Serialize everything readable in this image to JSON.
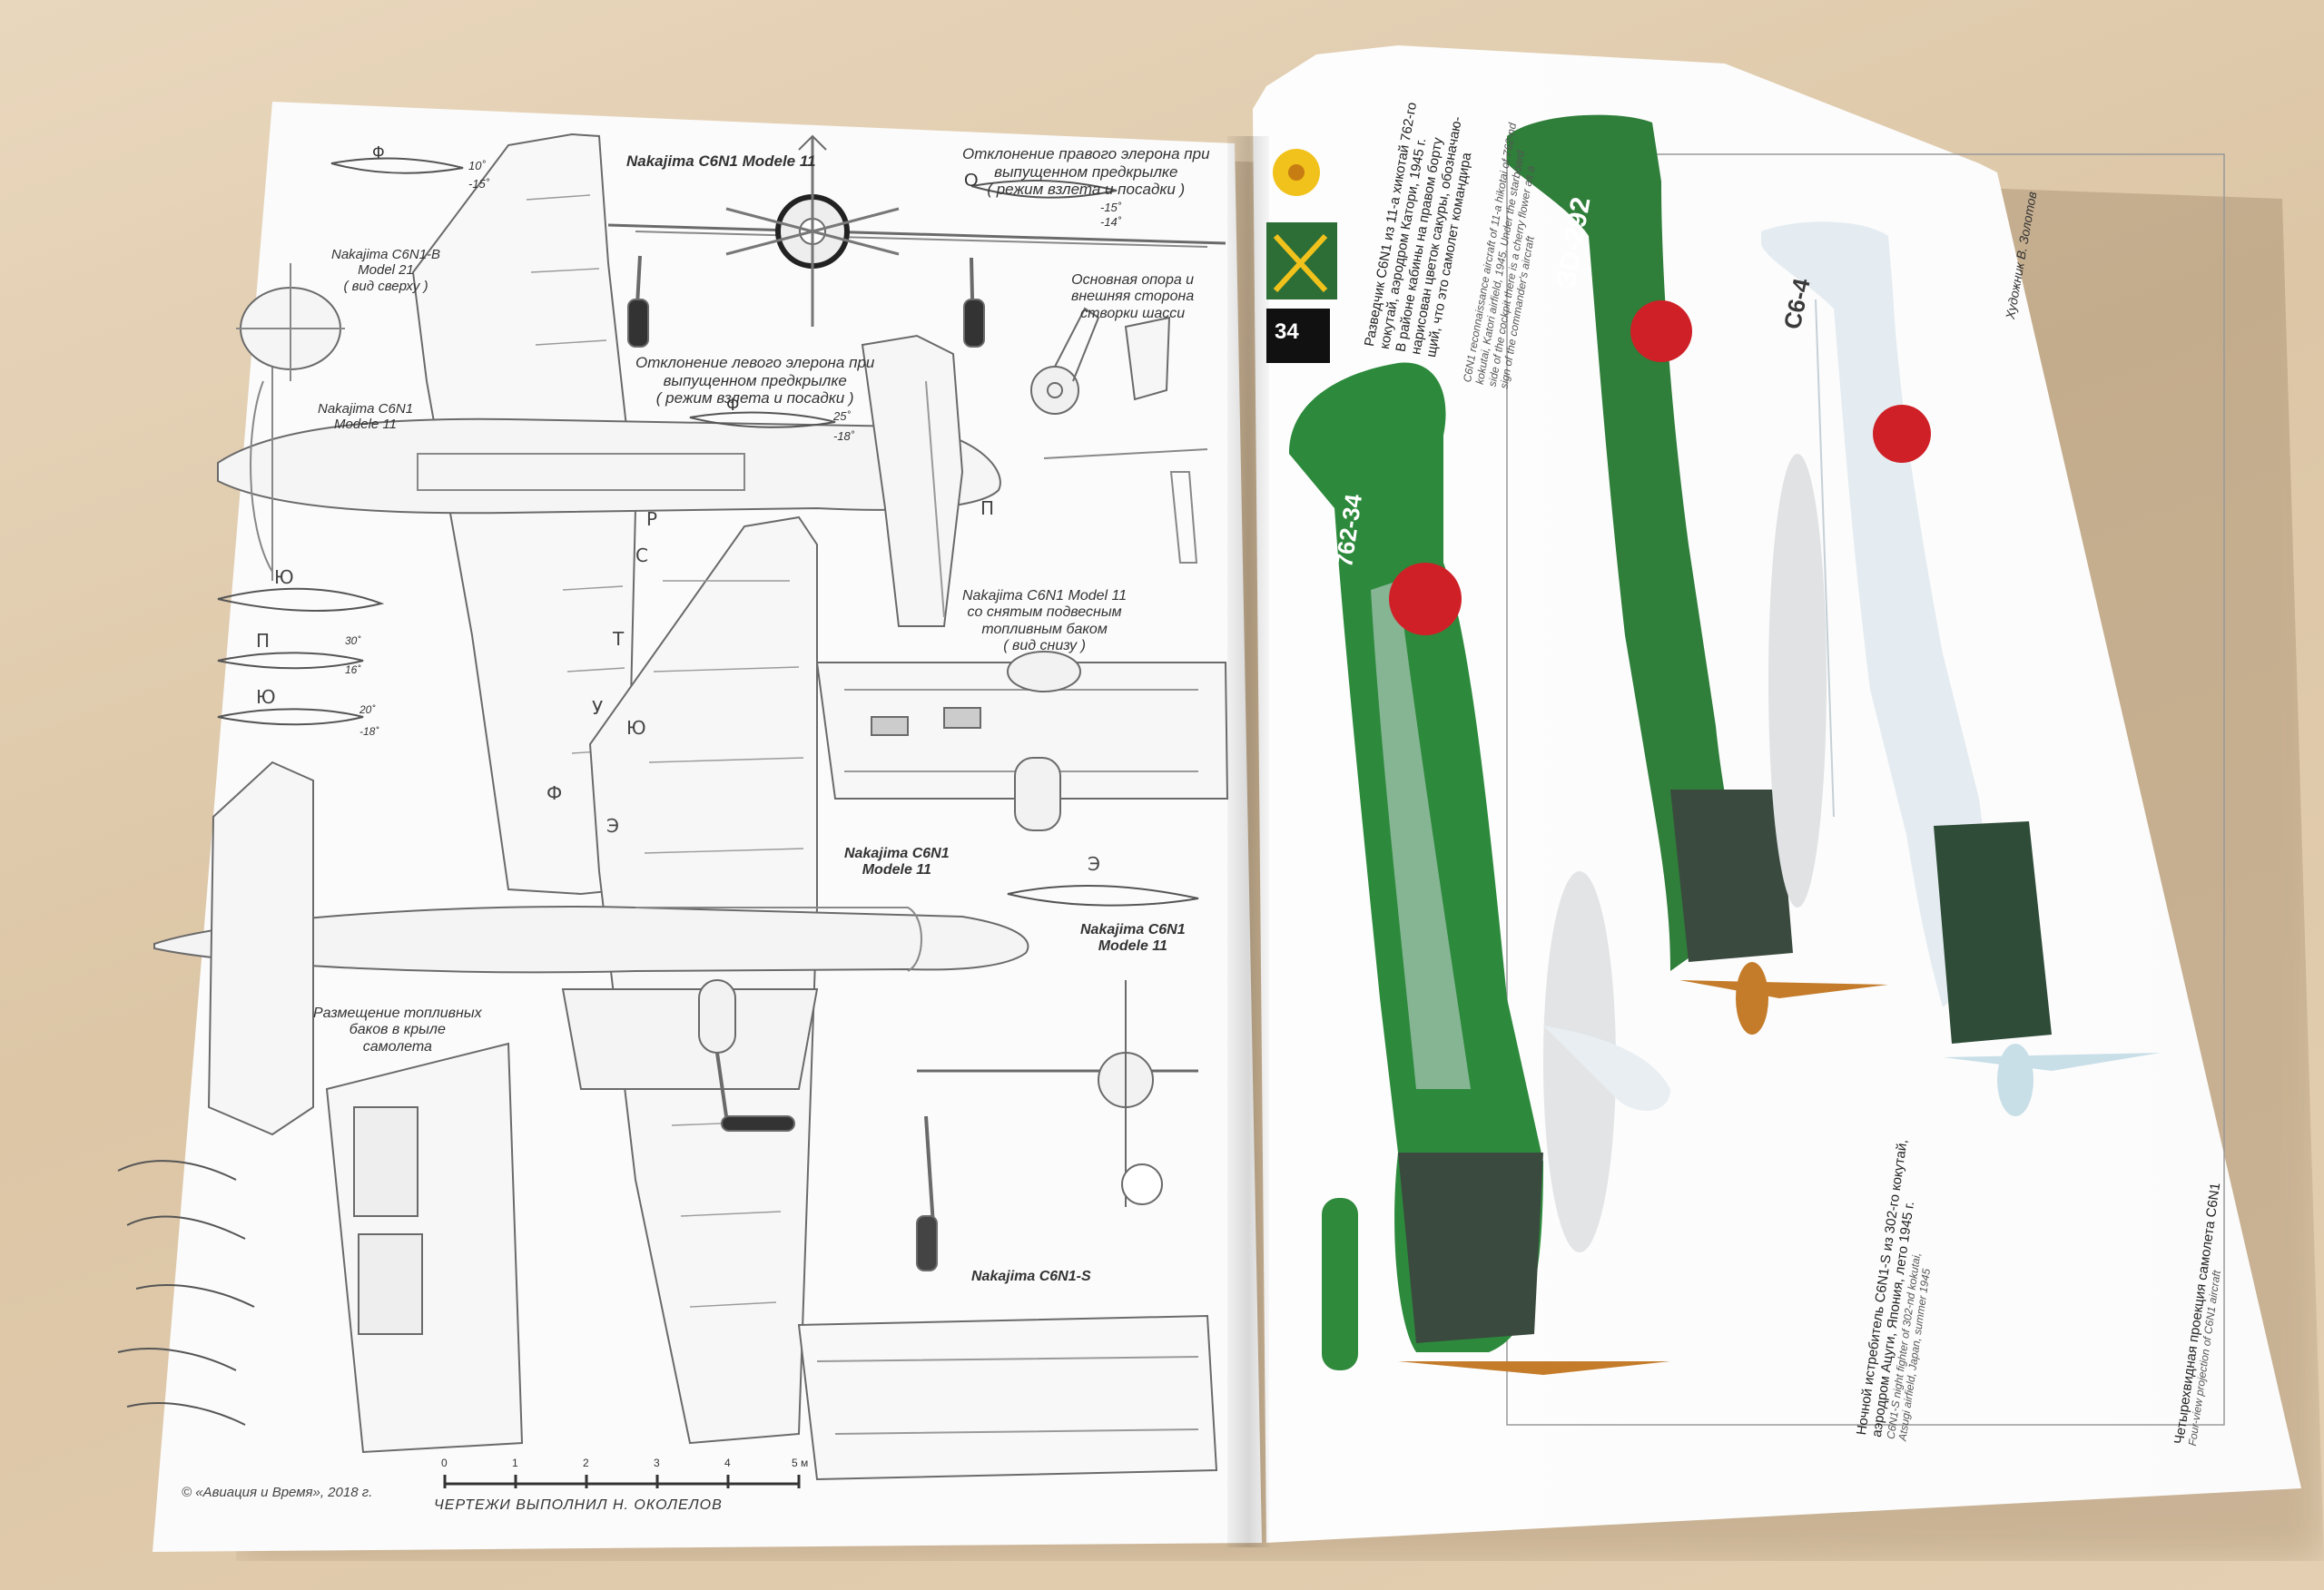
{
  "left_page": {
    "title_model11": "Nakajima C6N1 Modele 11",
    "aileron_right": {
      "line1": "Отклонение правого элерона при",
      "line2": "выпущенном предкрылке",
      "line3": "( режим взлета и посадки )",
      "mark": "О",
      "angle_up": "-15˚",
      "angle_down": "-14˚"
    },
    "aileron_left": {
      "line1": "Отклонение левого элерона при",
      "line2": "выпущенном предкрылке",
      "line3": "( режим взлета и посадки )",
      "mark": "Ф",
      "angle_up": "25˚",
      "angle_down": "-18˚"
    },
    "top_section": {
      "mark": "Ф",
      "angle_up": "10˚",
      "angle_down": "-15˚"
    },
    "model21": {
      "line1": "Nakajima C6N1-B",
      "line2": "Model 21",
      "line3": "( вид сверху )"
    },
    "model11_side": {
      "line1": "Nakajima C6N1",
      "line2": "Modele 11"
    },
    "gear_note": {
      "line1": "Основная опора и",
      "line2": "внешняя сторона",
      "line3": "створки шасси"
    },
    "bottom_view": {
      "line1": "Nakajima C6N1 Model 11",
      "line2": "со снятым подвесным",
      "line3": "топливным баком",
      "line4": "( вид снизу )"
    },
    "plan_label": {
      "line1": "Nakajima C6N1",
      "line2": "Modele 11"
    },
    "front_label": {
      "line1": "Nakajima C6N1",
      "line2": "Modele 11"
    },
    "fuel_tanks": {
      "line1": "Размещение топливных",
      "line2": "баков в крыле",
      "line3": "самолета"
    },
    "variant_s": "Nakajima C6N1-S",
    "section_marks": [
      "Р",
      "С",
      "Т",
      "У",
      "Ю",
      "Ф",
      "Э",
      "П",
      "Ю",
      "П",
      "Ю",
      "Э"
    ],
    "angles_misc": [
      "30˚",
      "16˚",
      "20˚",
      "-18˚"
    ],
    "scale_ticks": [
      "0",
      "1",
      "2",
      "3",
      "4",
      "5 м"
    ],
    "copyright": "© «Авиация и Время», 2018 г.",
    "credit": "ЧЕРТЕЖИ ВЫПОЛНИЛ Н. ОКОЛЕЛОВ"
  },
  "right_page": {
    "plane1": {
      "code": "762-34",
      "color": "#2d8a3c",
      "hinomaru": "#cf2027"
    },
    "plane2": {
      "code": "ЗD-292",
      "color": "#2f7e3a",
      "hinomaru": "#cf2027"
    },
    "plane3": {
      "code": "C6-4",
      "color": "#e4ecf1",
      "hinomaru": "#cf2027"
    },
    "caption_main": {
      "line1": "Разведчик C6N1 из 11-а хикотай 762-го",
      "line2": "кокутай, аэродром Катори, 1945 г.",
      "line3": "В районе кабины на правом борту",
      "line4": "нарисован цветок сакуры, обозначаю-",
      "line5": "щий, что это самолет командира"
    },
    "caption_en": {
      "line1": "C6N1 reconnaissance aircraft of 11-a hikotai of 762-nd",
      "line2": "kokutai, Katori airfield, 1945. Under the starboard",
      "line3": "side of the cockpit there is a cherry flower as a",
      "line4": "sign of the commander's aircraft"
    },
    "caption_fighter": {
      "line1": "Ночной истребитель C6N1-S из 302-го кокутай,",
      "line2": "аэродром Ацуги, Япония, лето 1945 г."
    },
    "caption_fighter_en": {
      "line1": "C6N1-S night fighter of 302-nd kokutai,",
      "line2": "Atsugi airfield, Japan, summer 1945"
    },
    "caption_proj": "Четырехвидная проекция самолета C6N1",
    "caption_proj_en": "Four-view projection of C6N1 aircraft",
    "artist": "Художник В. Золотов",
    "badge_number": "34"
  }
}
